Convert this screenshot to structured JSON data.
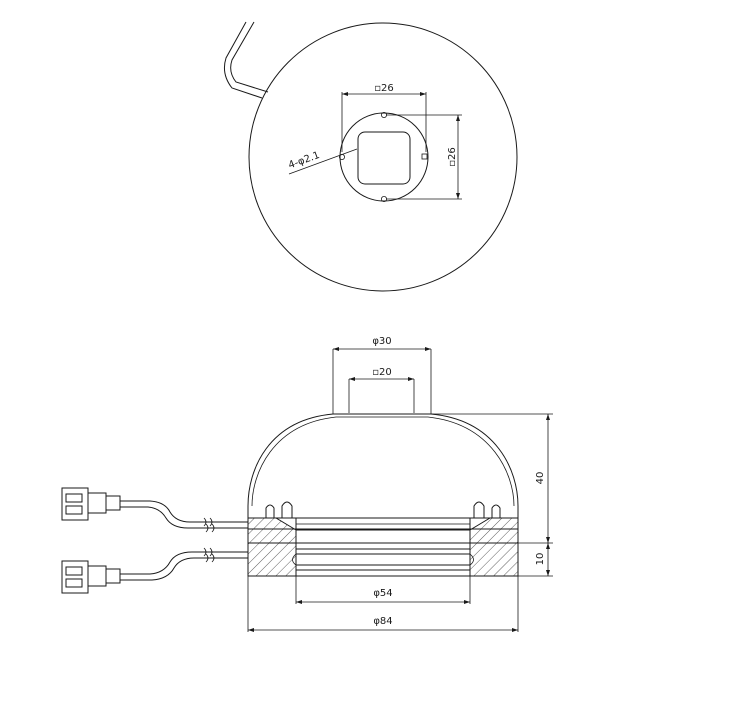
{
  "top_view": {
    "square_width_label": "▫26",
    "square_height_label": "▫26",
    "hole_label": "4-φ2.1"
  },
  "side_view": {
    "outer_top_label": "φ30",
    "inner_top_label": "▫20",
    "height_label": "40",
    "base_height_label": "10",
    "inner_diameter_label": "φ54",
    "outer_diameter_label": "φ84"
  },
  "colors": {
    "line": "#1a1a1a",
    "background": "#ffffff"
  }
}
